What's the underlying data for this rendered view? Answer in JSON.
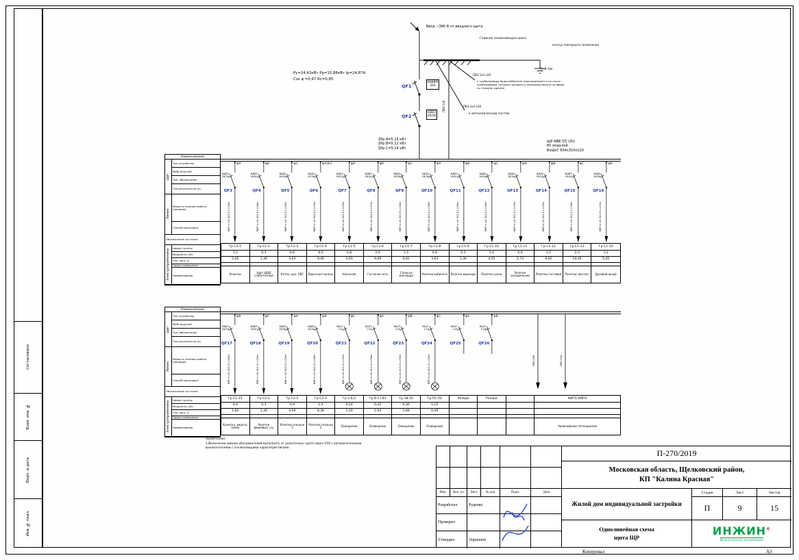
{
  "doc": {
    "footer_copy": "Копировал",
    "footer_format": "А3"
  },
  "side_strip": [
    "Согласовано",
    "Взам. инв. №",
    "Подп. и дата",
    "Инв. № подл."
  ],
  "incoming": {
    "feeder_label": "Ввод ~380 В от вводного щита",
    "gzsh_label": "Главная заземляющая шина",
    "loop_label": "контур повторного заземления",
    "loop_r": "R=4 Ом",
    "pipe_pvz": "ПВ3-1х4 п20",
    "pipe_note": "к трубопроводу водоснабжения (присоединяется на части трубопровода, которая находится непосредственно на вводе со стороны здания)",
    "metal_pvz": "ПВ3-1х4 п20",
    "metal_note": "к металлическим частям",
    "riser_label": "ПВ3-1х6",
    "qf1": "QF1",
    "qf1_spec_1": "ВА88М",
    "qf1_spec_2": "25А",
    "qf2": "QF2",
    "qf2_spec_1": "ВД63",
    "qf2_spec_2": "40/30",
    "power_1": "Ру=24,43кВт    Рр=15,88кВт    Iр=24,87А",
    "power_2": "Cos φ =0,97     Кс=0,85"
  },
  "row_header": {
    "naim": "Наименование",
    "shield_title": "Щит",
    "shield_rows": [
      "Тип устройства",
      "№/№ модулей",
      "Тип, обозначение",
      "Ток расцепителя (А)"
    ],
    "line_title": "Линия",
    "line_rows": [
      "Марка и сечение кабеля (провода)",
      "Способ прокладки"
    ],
    "plan": "Обозначение на плане",
    "consumer_title": "Электроприёмники",
    "consumer_rows": [
      "Номер группы",
      "Мощность, кВт",
      "Ток. нагр. А",
      "Номер помещения",
      "Наименование"
    ]
  },
  "panel1": {
    "sum": [
      "ΣРр.А=5,15 кВт",
      "ΣРр.В=5,12 кВт",
      "ΣРр.С=5,14 кВт"
    ],
    "board_line1": "ЩР    ABB STJ U51",
    "board_line2": "60 модулей",
    "board_line3": "ВхШхГ 834х310х120",
    "breakers": [
      {
        "qf": "QF3",
        "phase": "фА",
        "spec1": "ВД63",
        "spec2": "16/30",
        "cable": "ВВГнг-LS-3х2,5 L=30м",
        "load": "arrow"
      },
      {
        "qf": "QF4",
        "phase": "фВ",
        "spec1": "ВД63",
        "spec2": "16/30",
        "cable": "ВВГнг-LS-3х2,5 L=28м",
        "load": "arrow"
      },
      {
        "qf": "QF5",
        "phase": "фС",
        "spec1": "ВД63",
        "spec2": "16/30",
        "cable": "ВВГнг-LS-3х2,5 L=25м",
        "load": "arrow"
      },
      {
        "qf": "QF6",
        "phase": "фА,В,С",
        "spec1": "ВД63",
        "spec2": "25/30",
        "cable": "ВВГнг-LS-5х4,0 L=15м",
        "load": "arrow"
      },
      {
        "qf": "QF7",
        "phase": "фА",
        "spec1": "ВД63",
        "spec2": "16/30",
        "cable": "ВВГнг-LS-3х2,5 L=22м",
        "load": "arrow"
      },
      {
        "qf": "QF8",
        "phase": "фВ",
        "spec1": "ВД63",
        "spec2": "16/30",
        "cable": "ВВГнг-LS-3х2,5 L=27м",
        "load": "arrow"
      },
      {
        "qf": "QF9",
        "phase": "фС",
        "spec1": "ВД63",
        "spec2": "16/30",
        "cable": "ВВГнг-LS-3х2,5 L=24м",
        "load": "arrow"
      },
      {
        "qf": "QF10",
        "phase": "фА",
        "spec1": "ВД63",
        "spec2": "16/30",
        "cable": "ВВГнг-LS-3х2,5 L=26м",
        "load": "arrow"
      },
      {
        "qf": "QF11",
        "phase": "фВ",
        "spec1": "ВД63",
        "spec2": "16/30",
        "cable": "ВВГнг-LS-3х2,5 L=20м",
        "load": "arrow"
      },
      {
        "qf": "QF12",
        "phase": "фС",
        "spec1": "ВД63",
        "spec2": "16/30",
        "cable": "ВВГнг-LS-3х2,5 L=18м",
        "load": "arrow"
      },
      {
        "qf": "QF13",
        "phase": "фА",
        "spec1": "ВД63",
        "spec2": "16/30",
        "cable": "ВВГнг-LS-3х2,5 L=15м",
        "load": "arrow"
      },
      {
        "qf": "QF14",
        "phase": "фВ",
        "spec1": "ВД63",
        "spec2": "16/30",
        "cable": "ВВГнг-LS-3х2,5 L=32м",
        "load": "arrow"
      },
      {
        "qf": "QF15",
        "phase": "фС",
        "spec1": "ВД63",
        "spec2": "16/30",
        "cable": "ВВГнг-LS-3х2,5 L=34м",
        "load": "arrow"
      },
      {
        "qf": "QF16",
        "phase": "фА",
        "spec1": "ВД63",
        "spec2": "16/30",
        "cable": "ВВГнг-LS-3х2,5 L=21м",
        "load": "arrow"
      }
    ],
    "table": {
      "groups": [
        "Гр.С1-1",
        "Гр.С1-2",
        "Гр.С1-3",
        "Гр.С1-4",
        "Гр.С1-5",
        "Гр.С1-6",
        "Гр.С1-7",
        "Гр.С1-8",
        "Гр.С1-9",
        "Гр.С1-10",
        "Гр.С1-11",
        "Гр.С1-12",
        "Гр.С1-13",
        "Гр.С1-14"
      ],
      "power": [
        "1,2",
        "0,3",
        "0,8",
        "6,0",
        "0,8",
        "2,0",
        "1,5",
        "0,8",
        "0,3",
        "1,0",
        "0,6",
        "1,5",
        "2,3",
        "1,2"
      ],
      "current": [
        "5,45",
        "1,36",
        "3,63",
        "9,40",
        "3,63",
        "9,09",
        "6,82",
        "3,63",
        "1,36",
        "4,55",
        "2,73",
        "6,82",
        "10,45",
        "5,45"
      ],
      "rooms": [
        "",
        "",
        "",
        "",
        "",
        "",
        "",
        "",
        "",
        "",
        "",
        "",
        "",
        ""
      ],
      "names": [
        "Розетки",
        "Щит ЩВД слаботочный",
        "Котел, доз. ХВС",
        "Варочная панель",
        "Насосная",
        "Гостиная сеть",
        "Спальня мансарда",
        "Розетки кабинета",
        "Розетки веранды",
        "Розетки кухни",
        "Розетки холодильник",
        "Розетки гостевой",
        "Розетки, вентил.",
        "Духовой шкаф"
      ]
    }
  },
  "panel2": {
    "breakers": [
      {
        "qf": "QF17",
        "phase": "фВ",
        "spec1": "ВД63",
        "spec2": "16/30",
        "cable": "ВВГнг-LS-3х2,5 L=45м",
        "load": "arrow"
      },
      {
        "qf": "QF18",
        "phase": "фС",
        "spec1": "ВД63",
        "spec2": "16/30",
        "cable": "ВВГнг-LS-3х2,5 L=25м",
        "load": "arrow"
      },
      {
        "qf": "QF19",
        "phase": "фА",
        "spec1": "ВД63",
        "spec2": "16/30",
        "cable": "ВВГнг-LS-3х2,5 L=24м",
        "load": "arrow"
      },
      {
        "qf": "QF20",
        "phase": "фВ",
        "spec1": "ВД63",
        "spec2": "16/30",
        "cable": "ВВГнг-LS-3х2,5 L=26м",
        "load": "arrow"
      },
      {
        "qf": "QF21",
        "phase": "фС",
        "spec1": "ВА47",
        "spec2": "С10",
        "cable": "ВВГнг-LS-3х1,5 L=32м",
        "load": "lamp"
      },
      {
        "qf": "QF22",
        "phase": "фА",
        "spec1": "ВА47",
        "spec2": "С10",
        "cable": "ВВГнг-LS-3х1,5 L=36м",
        "load": "lamp"
      },
      {
        "qf": "QF23",
        "phase": "фВ",
        "spec1": "ВА47",
        "spec2": "С10",
        "cable": "ВВГнг-LS-3х1,5 L=30м",
        "load": "lamp"
      },
      {
        "qf": "QF24",
        "phase": "фС",
        "spec1": "ВА47",
        "spec2": "С10",
        "cable": "ВВГнг-LS-3х1,5 L=18м",
        "load": "lamp"
      },
      {
        "qf": "QF25",
        "phase": "фА",
        "spec1": "ВА47",
        "spec2": "С16",
        "cable": "",
        "load": "none"
      },
      {
        "qf": "QF26",
        "phase": "фВ",
        "spec1": "ВА47",
        "spec2": "С16",
        "cable": "",
        "load": "none"
      }
    ],
    "bonding": [
      "ПВ3-1х6",
      "ПВ3-1х4"
    ],
    "table": {
      "groups": [
        "Гр.С1-15",
        "Гр.С2-1",
        "Гр.С2-2",
        "Гр.С2-3",
        "Гр.1-6,2",
        "Гр.9-17,81",
        "Гр.18-25",
        "Гр.П1,П2",
        "Резерв",
        "Резерв",
        "",
        "КИП1-КИП3"
      ],
      "power": [
        "0,4",
        "0,3",
        "0,9",
        "1,4",
        "0,24",
        "0,42",
        "0,36",
        "0,10",
        "",
        "",
        "",
        ""
      ],
      "current": [
        "1,82",
        "1,36",
        "4,09",
        "6,36",
        "1,10",
        "1,93",
        "1,66",
        "0,45",
        "",
        "",
        "",
        ""
      ],
      "rooms": [
        "",
        "",
        "",
        "",
        "",
        "",
        "",
        "",
        "",
        "",
        "",
        ""
      ],
      "names": [
        "Калитка, ворота, замок",
        "Розетки дворовые, с/у",
        "Розетки спальня 1",
        "Розетки спальня 2",
        "Освещение",
        "Освещение",
        "Освещение",
        "Освещение",
        "",
        "",
        "",
        "Уравнивание потенциалов"
      ]
    }
  },
  "notes": [
    "Примечание:",
    "1.Включение зимних обогревателей выполнять от розеточных групп через УЗО с автоматическими выключателями с отключающими характеристиками."
  ],
  "titleblock": {
    "code": "П-270/2019",
    "object_1": "Московская область, Щелковский район,",
    "object_2": "КП \"Калина Красная\"",
    "title": "Жилой дом индивидуальной застройки",
    "subtitle_1": "Однолинейная схема",
    "subtitle_2": "щита ЩР",
    "stage_label": "Стадия",
    "sheet_label": "Лист",
    "sheets_label": "Листов",
    "stage": "П",
    "sheet": "9",
    "sheets": "15",
    "cols": [
      "Изм.",
      "Кол. уч",
      "Лист",
      "№ док",
      "Подп.",
      "Дата"
    ],
    "rows": [
      {
        "role": "Разработал",
        "name": "Руденко"
      },
      {
        "role": "Проверил",
        "name": ""
      },
      {
        "role": "Утвердил",
        "name": "Ларионов"
      }
    ],
    "logo_name": "ИНЖИН",
    "logo_reg": "®",
    "logo_sub": "Инженерные инновации"
  }
}
